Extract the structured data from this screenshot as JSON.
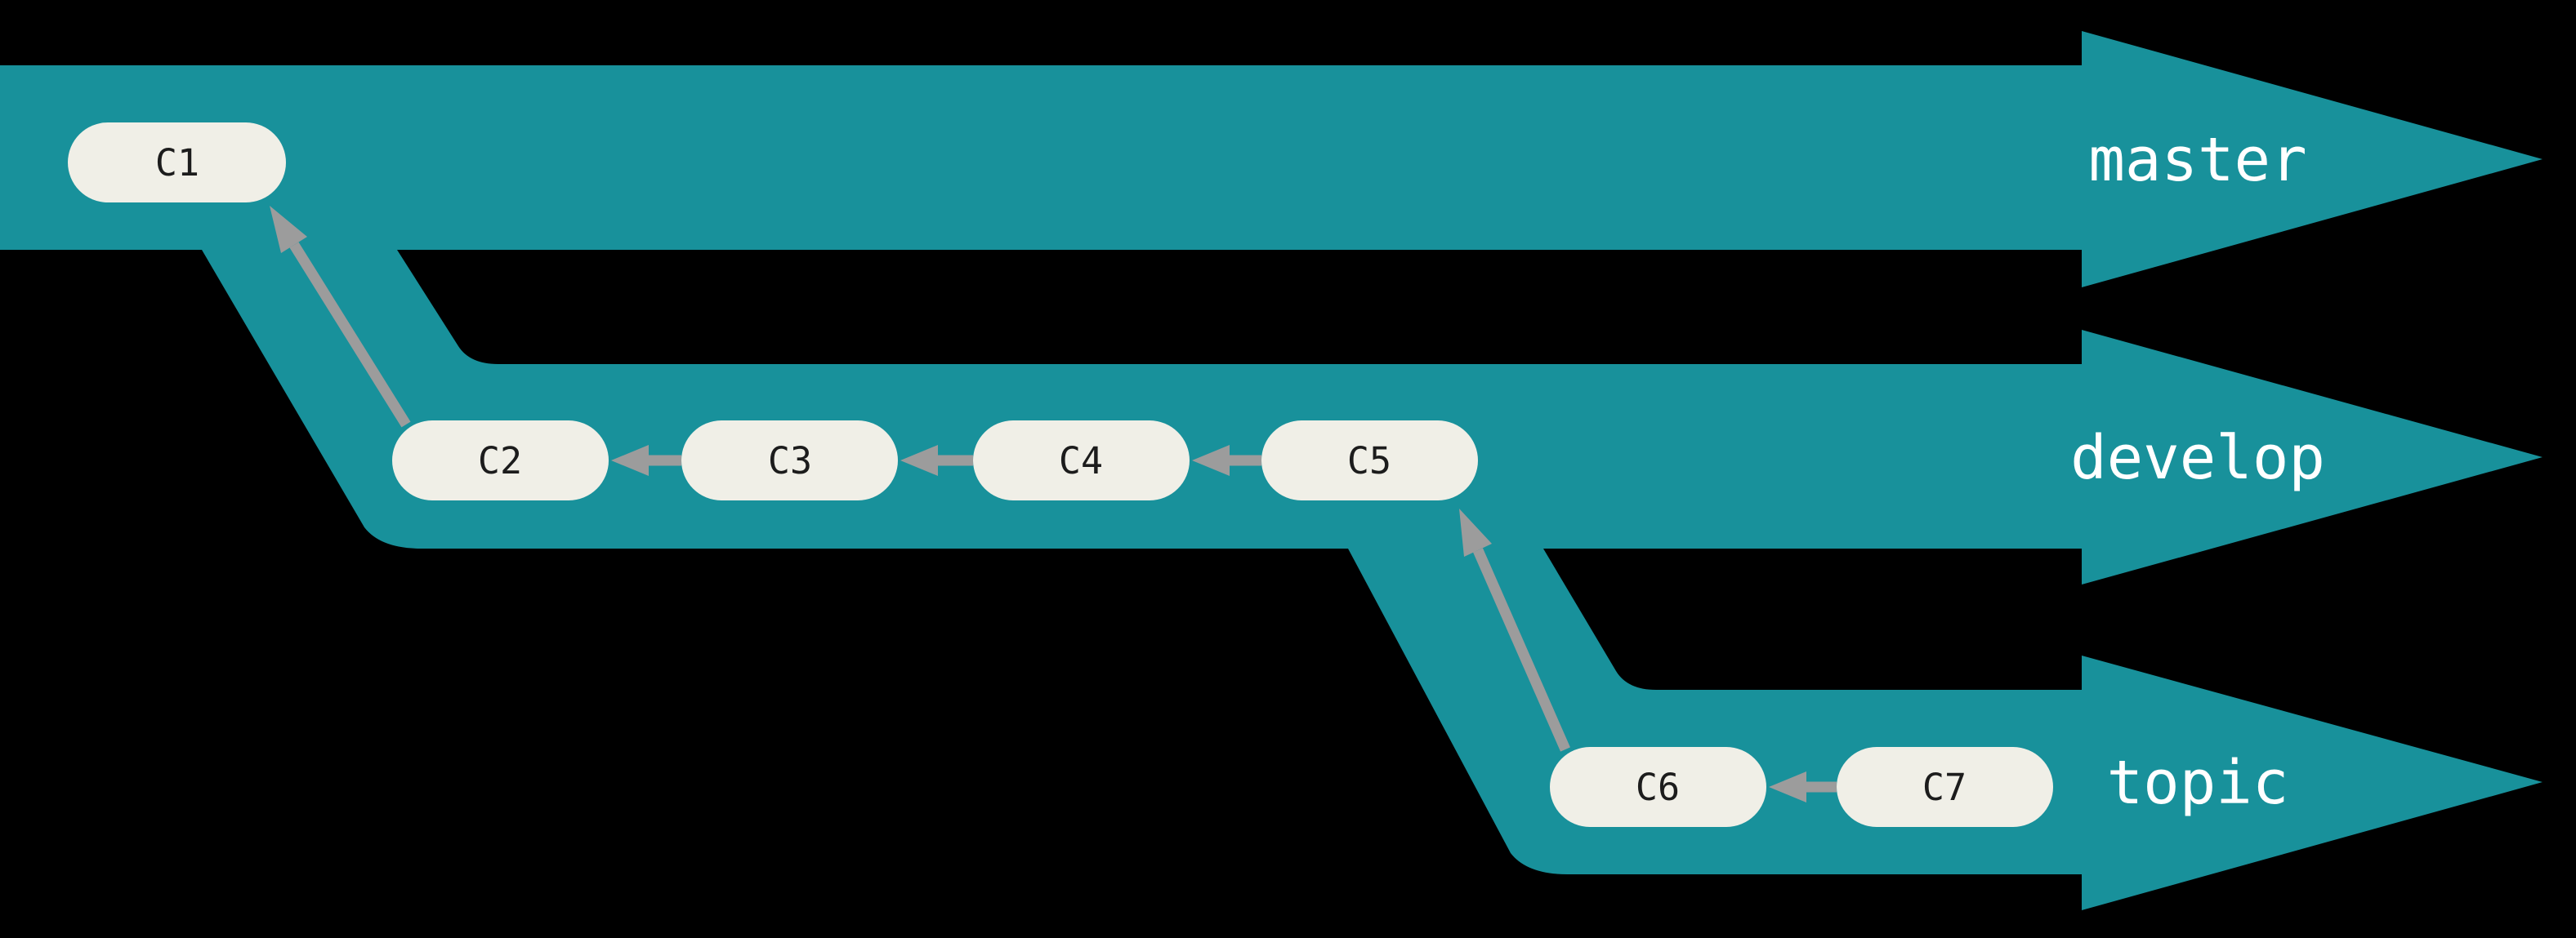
{
  "diagram": {
    "kind": "git-branch-flow",
    "branches": [
      {
        "name": "master",
        "label": "master"
      },
      {
        "name": "develop",
        "label": "develop"
      },
      {
        "name": "topic",
        "label": "topic"
      }
    ],
    "commits": [
      {
        "id": "C1",
        "branch": "master",
        "parents": []
      },
      {
        "id": "C2",
        "branch": "develop",
        "parents": [
          "C1"
        ]
      },
      {
        "id": "C3",
        "branch": "develop",
        "parents": [
          "C2"
        ]
      },
      {
        "id": "C4",
        "branch": "develop",
        "parents": [
          "C3"
        ]
      },
      {
        "id": "C5",
        "branch": "develop",
        "parents": [
          "C4"
        ]
      },
      {
        "id": "C6",
        "branch": "topic",
        "parents": [
          "C5"
        ]
      },
      {
        "id": "C7",
        "branch": "topic",
        "parents": [
          "C6"
        ]
      }
    ]
  },
  "colors": {
    "background": "#000000",
    "ribbon": "#18919B",
    "node_fill": "#F0EFE7",
    "node_text": "#1C1C1C",
    "arrow": "#9C9C9C",
    "label_text": "#FFFFFF"
  }
}
